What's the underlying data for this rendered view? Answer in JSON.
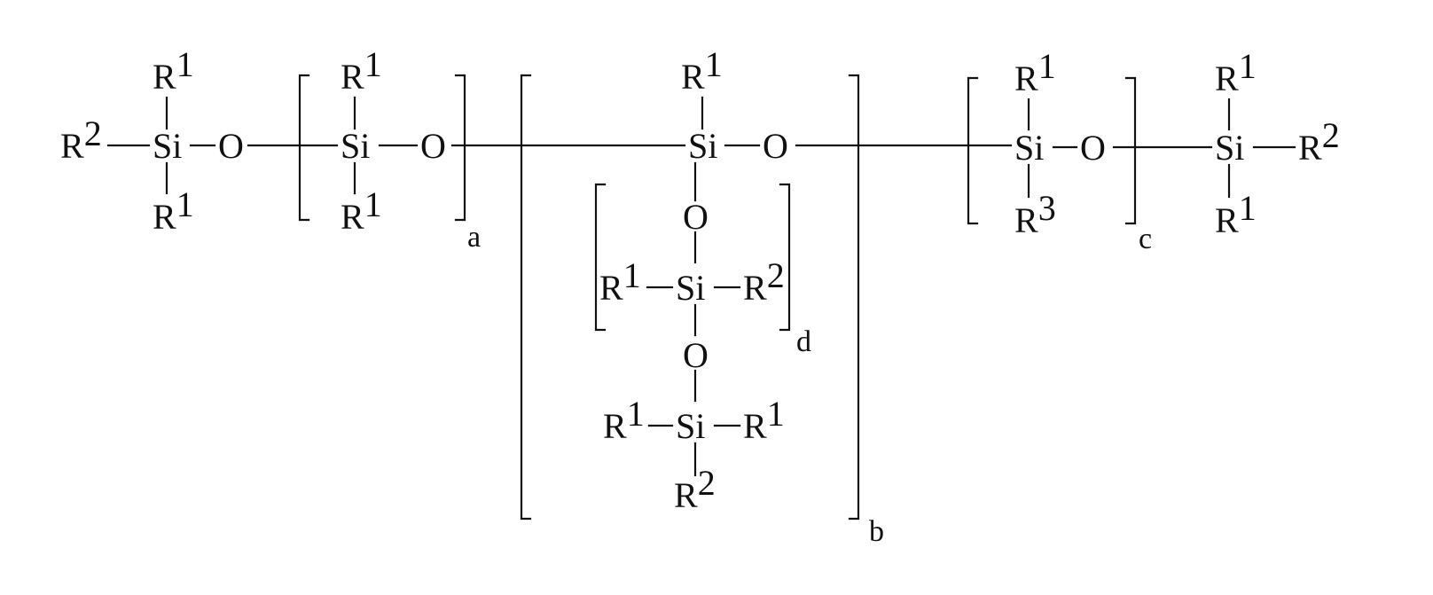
{
  "formula": {
    "atoms": {
      "R": "R",
      "Si": "Si",
      "O": "O"
    },
    "superscripts": {
      "one": "1",
      "two": "2",
      "three": "3"
    },
    "subscripts": {
      "a": "a",
      "b": "b",
      "c": "c",
      "d": "d"
    }
  }
}
